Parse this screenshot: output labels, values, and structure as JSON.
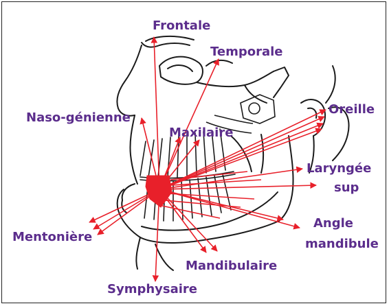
{
  "colors": {
    "label": "#5b2d8c",
    "arrow": "#e8202a",
    "drawing": "#1a1a1a"
  },
  "labels": {
    "frontale": "Frontale",
    "temporale": "Temporale",
    "naso_genienne": "Naso-génienne",
    "maxilaire": "Maxilaire",
    "oreille": "Oreille",
    "laryngee": "Laryngée",
    "sup": "sup",
    "mentoniere": "Mentonière",
    "angle": "Angle",
    "mandibule": "mandibule",
    "mandibulaire": "Mandibulaire",
    "symphysaire": "Symphysaire"
  },
  "icons": {
    "source": "tooth-icon"
  }
}
